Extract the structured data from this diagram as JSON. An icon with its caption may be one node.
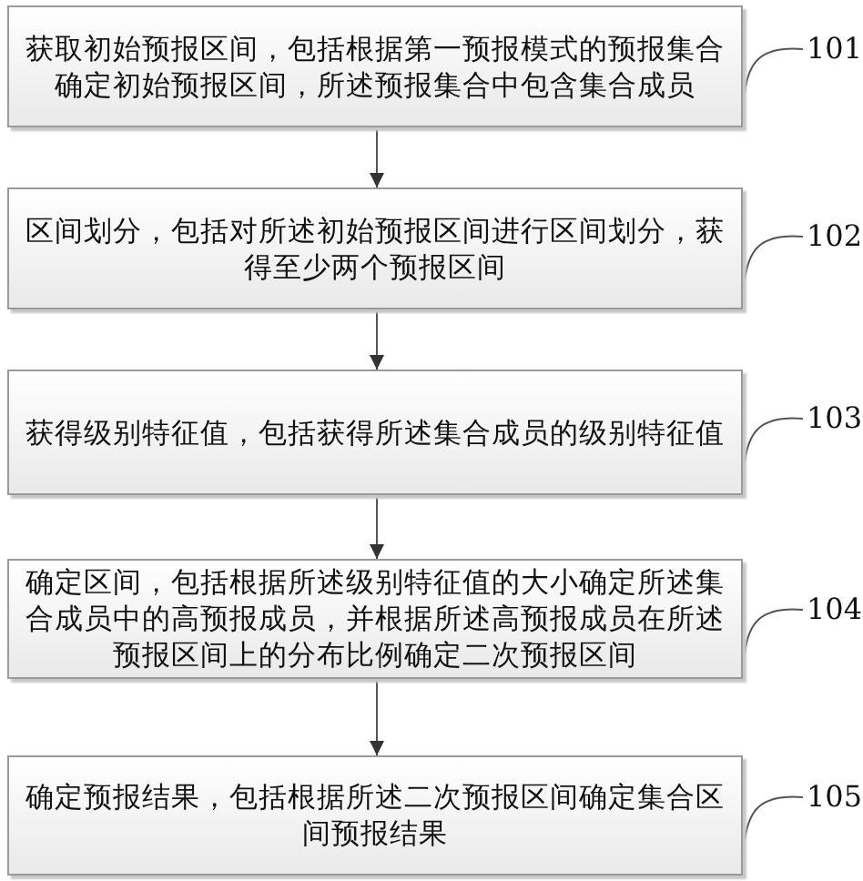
{
  "diagram": {
    "nodes": [
      {
        "text": [
          "获取初始预报区间，包括根据第一预报模式的预报集合确定初始预报区间，所述预报集合中包含集合成员"
        ]
      },
      {
        "text": [
          "区间划分，包括对所述初始预报区间进行区间划分，获得至少两个预报区间"
        ]
      },
      {
        "text": [
          "获得级别特征值，包括获得所述集合成员的级别特征值"
        ]
      },
      {
        "text": [
          "确定区间，包括根据所述级别特征值的大小确定所述集合成员中的高预报成员，并根据所述高预报成员在所述预报区间上的分布比例确定二次预报区间"
        ]
      },
      {
        "text": [
          "确定预报结果，包括根据所述二次预报区间确定集合区间预报结果"
        ]
      },
      {
        "text": [
          "101"
        ]
      },
      {
        "text": [
          "102"
        ]
      },
      {
        "text": [
          "103"
        ]
      },
      {
        "text": [
          "104"
        ]
      },
      {
        "text": [
          "105"
        ]
      }
    ],
    "edges": [
      {
        "from": 0,
        "to": 1,
        "arrow": "to"
      },
      {
        "from": 1,
        "to": 2,
        "arrow": "to"
      },
      {
        "from": 2,
        "to": 3,
        "arrow": "to"
      },
      {
        "from": 3,
        "to": 4,
        "arrow": "to"
      },
      {
        "from": 5,
        "to": 0,
        "arrow": "none"
      },
      {
        "from": 6,
        "to": 1,
        "arrow": "none"
      },
      {
        "from": 7,
        "to": 2,
        "arrow": "none"
      },
      {
        "from": 8,
        "to": 3,
        "arrow": "none"
      },
      {
        "from": 9,
        "to": 4,
        "arrow": "none"
      }
    ]
  }
}
